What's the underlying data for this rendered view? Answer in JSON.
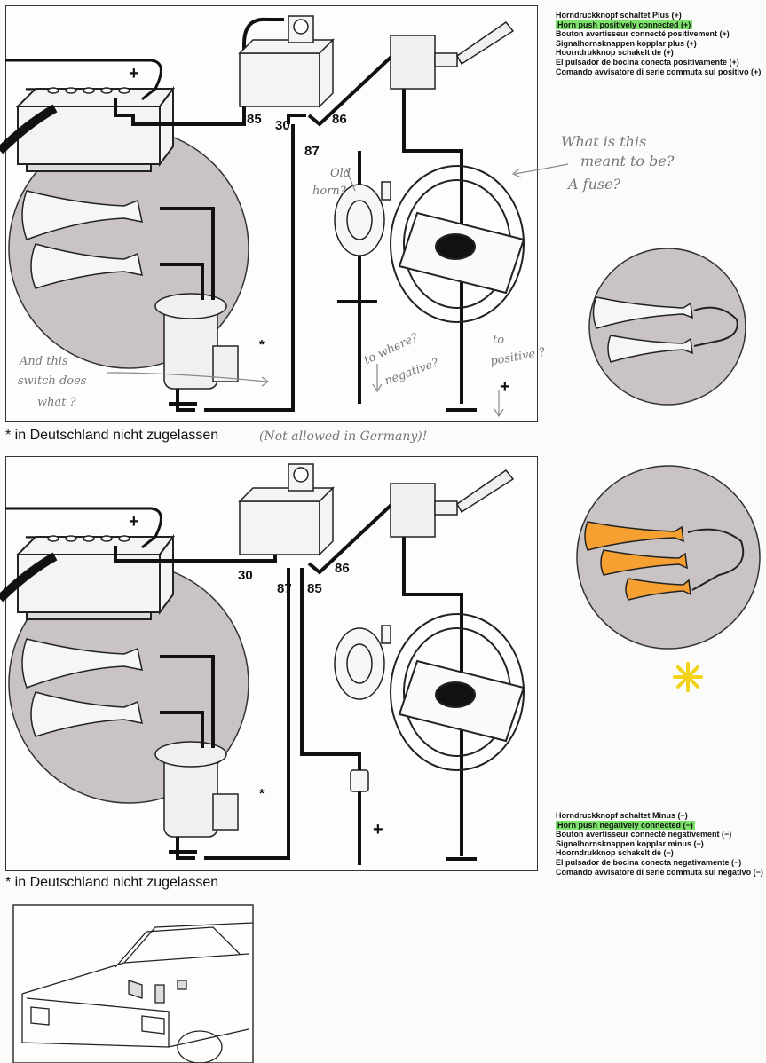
{
  "top_captions": [
    {
      "text": "Horndruckknopf schaltet Plus (+)",
      "highlight": false
    },
    {
      "text": "Horn push positively connected (+)",
      "highlight": true
    },
    {
      "text": "Bouton avertisseur connecté positivement (+)",
      "highlight": false
    },
    {
      "text": "Signalhornsknappen kopplar plus (+)",
      "highlight": false
    },
    {
      "text": "Hoorndrukknop schakelt de (+)",
      "highlight": false
    },
    {
      "text": "El pulsador de bocina conecta positivamente (+)",
      "highlight": false
    },
    {
      "text": "Comando avvisatore di serie commuta sul positivo (+)",
      "highlight": false
    }
  ],
  "bottom_captions": [
    {
      "text": "Horndruckknopf schaltet Minus (−)",
      "highlight": false
    },
    {
      "text": "Horn push negatively connected (−)",
      "highlight": true
    },
    {
      "text": "Bouton avertisseur connecté négativement (−)",
      "highlight": false
    },
    {
      "text": "Signalhornsknappen kopplar minus (−)",
      "highlight": false
    },
    {
      "text": "Hoorndrukknop schakelt de (−)",
      "highlight": false
    },
    {
      "text": "El pulsador de bocina conecta negativamente (−)",
      "highlight": false
    },
    {
      "text": "Comando avvisatore di serie commuta sul negativo (−)",
      "highlight": false
    }
  ],
  "diagram1": {
    "minus": "−",
    "plus": "+",
    "t85": "85",
    "t30": "30",
    "t86": "86",
    "t87": "87",
    "asterisk": "*",
    "ground_plus": "+",
    "footnote": "* in Deutschland nicht zugelassen",
    "footnote_hand": "(Not allowed in Germany)!"
  },
  "diagram2": {
    "minus": "−",
    "plus": "+",
    "t30": "30",
    "t87": "87",
    "t85": "85",
    "t86": "86",
    "asterisk": "*",
    "ground_plus": "+",
    "footnote": "* in Deutschland nicht zugelassen"
  },
  "handwritten": {
    "fuse_q1": "What is this",
    "fuse_q2": "meant to be?",
    "fuse_q3": "A fuse?",
    "old_horn1": "Old",
    "old_horn2": "horn?",
    "switch1": "And this",
    "switch2": "switch does",
    "switch3": "what ?",
    "to_where": "to where?",
    "negative": "negative?",
    "to_positive1": "to",
    "to_positive2": "positive ?"
  },
  "colors": {
    "highlight": "#7CE36A",
    "orange": "#F5A030",
    "star": "#F2D31A",
    "circle": "#c9c3c4"
  }
}
